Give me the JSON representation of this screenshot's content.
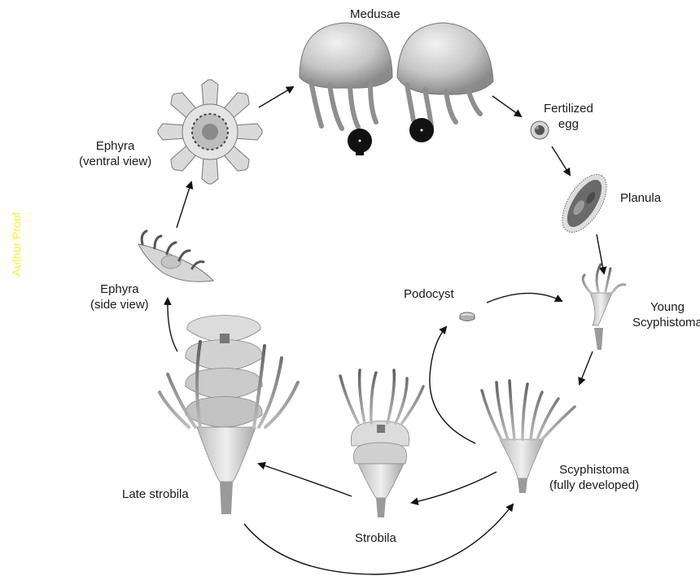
{
  "labels": {
    "medusae": "Medusae",
    "fertilized_egg": [
      "Fertilized",
      "egg"
    ],
    "planula": "Planula",
    "young_scyphistoma": [
      "Young",
      "Scyphistoma"
    ],
    "scyphistoma_full": [
      "Scyphistoma",
      "(fully developed)"
    ],
    "strobila": "Strobila",
    "late_strobila": "Late strobila",
    "ephyra_side": [
      "Ephyra",
      "(side view)"
    ],
    "ephyra_ventral": [
      "Ephyra",
      "(ventral view)"
    ],
    "podocyst": "Podocyst"
  },
  "watermark": "Author Proof",
  "colors": {
    "outline": "#444444",
    "body_light": "#e9e9e9",
    "body_mid": "#bdbdbd",
    "body_dark": "#7a7a7a",
    "arrow": "#111111",
    "watermark": "#f4ee3c"
  },
  "icons": [
    "medusa-icon",
    "egg-icon",
    "planula-icon",
    "young-scyphistoma-icon",
    "scyphistoma-icon",
    "strobila-icon",
    "late-strobila-icon",
    "ephyra-side-icon",
    "ephyra-ventral-icon",
    "podocyst-icon"
  ]
}
